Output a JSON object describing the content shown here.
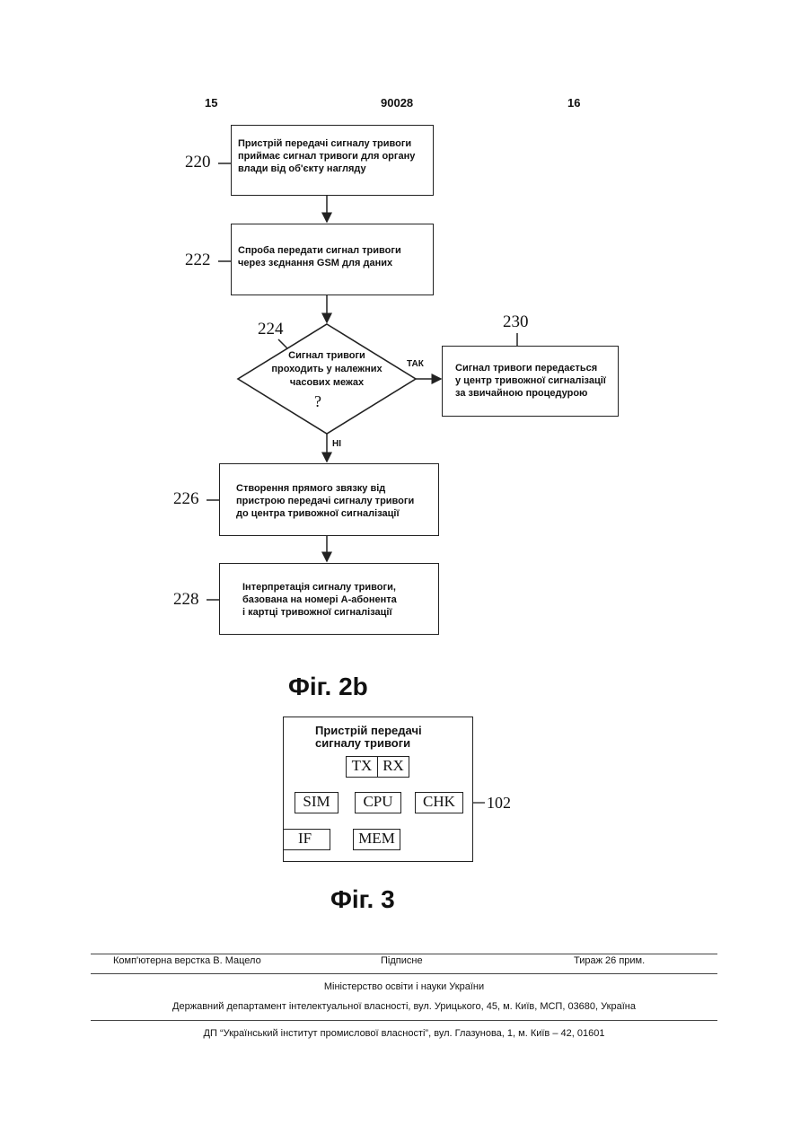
{
  "header": {
    "left_page": "15",
    "patent_number": "90028",
    "right_page": "16"
  },
  "fig2b": {
    "step220": {
      "ref": "220",
      "text": [
        "Пристрій передачі сигналу тривоги",
        "приймає сигнал тривоги для органу",
        "влади від об'єкту нагляду"
      ]
    },
    "step222": {
      "ref": "222",
      "text": [
        "Спроба передати сигнал тривоги",
        "через зєднання GSM для даних"
      ]
    },
    "decision224": {
      "ref": "224",
      "text": [
        "Сигнал тривоги",
        "проходить у належних",
        "часових межах"
      ],
      "question": "?"
    },
    "yes_label": "ТАК",
    "no_label": "НІ",
    "step230": {
      "ref": "230",
      "text": [
        "Сигнал тривоги передається",
        "у центр тривожної сигналізації",
        "за звичайною процедурою"
      ]
    },
    "step226": {
      "ref": "226",
      "text": [
        "Створення прямого звязку від",
        "пристрою передачі сигналу тривоги",
        "до центра тривожної сигналізації"
      ]
    },
    "step228": {
      "ref": "228",
      "text": [
        "Інтерпретація сигналу тривоги,",
        "базована на номері А-абонента",
        "і картці тривожної сигналізації"
      ]
    },
    "caption": "Фіг. 2b"
  },
  "fig3": {
    "title": [
      "Пристрій передачі",
      "сигналу тривоги"
    ],
    "blocks": {
      "tx": "TX",
      "rx": "RX",
      "sim": "SIM",
      "cpu": "CPU",
      "chk": "CHK",
      "if": "IF",
      "mem": "MEM"
    },
    "ref": "102",
    "caption": "Фіг. 3"
  },
  "footer": {
    "layout": "Комп'ютерна верстка В. Мацело",
    "signed": "Підписне",
    "circulation": "Тираж 26 прим.",
    "ministry": "Міністерство освіти і науки України",
    "department": "Державний департамент інтелектуальної власності, вул. Урицького, 45, м. Київ, МСП, 03680, Україна",
    "institute": "ДП “Український інститут промислової власності”, вул. Глазунова, 1, м. Київ – 42, 01601"
  }
}
